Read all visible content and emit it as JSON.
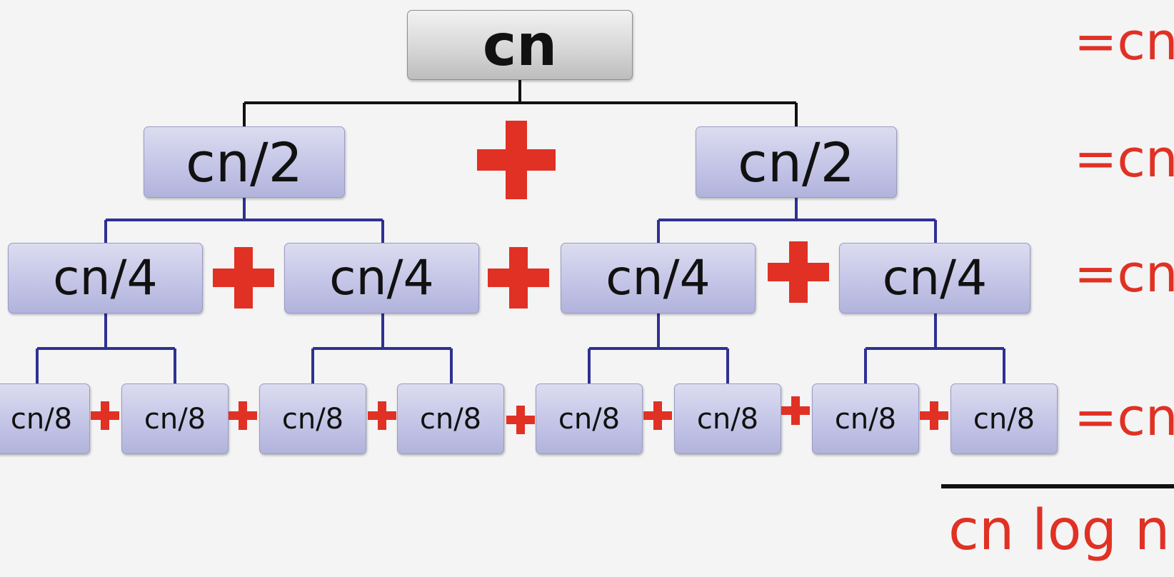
{
  "tree": {
    "root": {
      "label": "cn"
    },
    "level1": [
      {
        "label": "cn/2"
      },
      {
        "label": "cn/2"
      }
    ],
    "level2": [
      {
        "label": "cn/4"
      },
      {
        "label": "cn/4"
      },
      {
        "label": "cn/4"
      },
      {
        "label": "cn/4"
      }
    ],
    "level3": [
      {
        "label": "cn/8"
      },
      {
        "label": "cn/8"
      },
      {
        "label": "cn/8"
      },
      {
        "label": "cn/8"
      },
      {
        "label": "cn/8"
      },
      {
        "label": "cn/8"
      },
      {
        "label": "cn/8"
      },
      {
        "label": "cn/8"
      }
    ]
  },
  "level_sums": [
    "=cn",
    "=cn",
    "=cn",
    "=cn"
  ],
  "total": "cn log n",
  "colors": {
    "plus": "#e03124",
    "sum_text": "#e03124",
    "root_connector": "#111111",
    "child_connector": "#2e3192"
  }
}
